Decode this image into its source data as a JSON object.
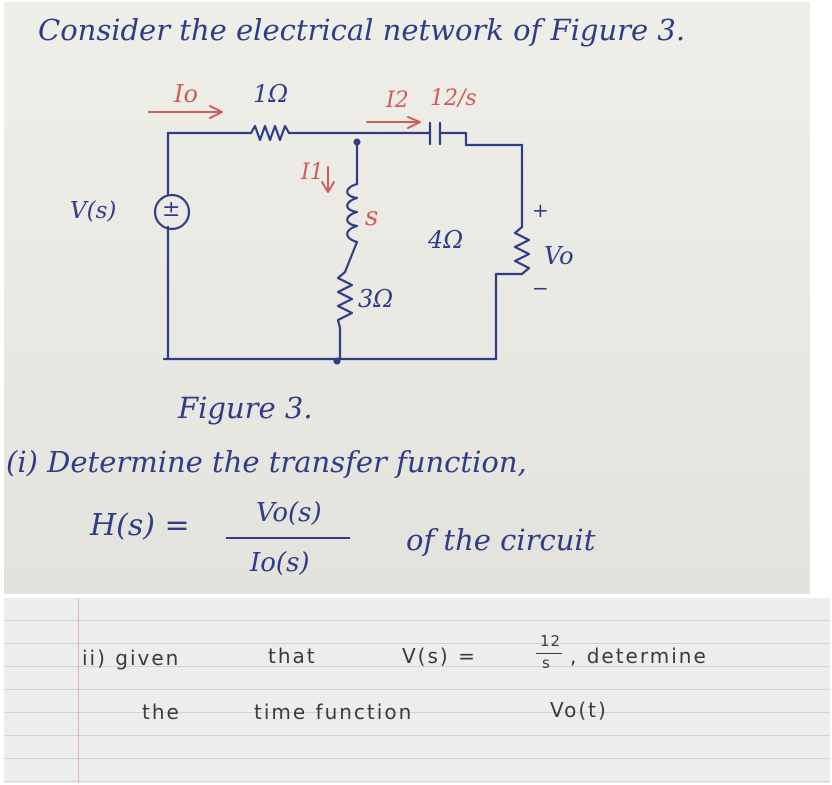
{
  "problem": {
    "intro": "Consider the electrical network of Figure 3.",
    "figure_caption": "Figure 3.",
    "part_i": "(i) Determine the transfer function,",
    "h_lhs": "H(s) =",
    "h_num": "Vo(s)",
    "h_den": "Io(s)",
    "h_tail": "of the circuit"
  },
  "circuit": {
    "source_label": "V(s)",
    "source_symbol": "±",
    "current_io": "Io",
    "resistor_1": "1Ω",
    "current_i1": "I1",
    "current_i2": "I2",
    "capacitor": "12/s",
    "inductor": "s",
    "resistor_3": "3Ω",
    "resistor_4": "4Ω",
    "vo_plus": "+",
    "vo_label": "Vo",
    "vo_minus": "−"
  },
  "part_ii": {
    "line1_a": "ii) given",
    "line1_b": "that",
    "line1_c": "V(s) =",
    "frac_num": "12",
    "frac_den": "s",
    "line1_d": ", determine",
    "line2_a": "the",
    "line2_b": "time function",
    "line2_c": "Vo(t)"
  },
  "colors": {
    "ink_blue": "#2f3d86",
    "ink_red": "#cf5c58",
    "pencil": "#3b3b3b",
    "paper": "#eceae4"
  }
}
